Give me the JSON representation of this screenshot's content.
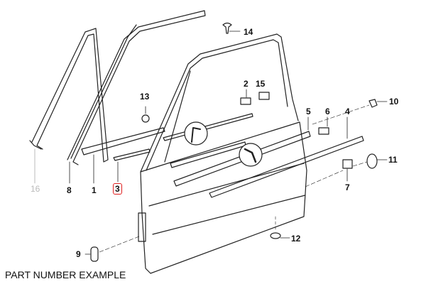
{
  "diagram": {
    "part_labels": [
      "1",
      "2",
      "3",
      "4",
      "5",
      "6",
      "7",
      "8",
      "9",
      "10",
      "11",
      "12",
      "13",
      "14",
      "15",
      "16"
    ],
    "highlighted_part": "3",
    "highlight_color": "#e02020",
    "faded_part": "16"
  },
  "footer": {
    "caption": "PART NUMBER EXAMPLE"
  }
}
